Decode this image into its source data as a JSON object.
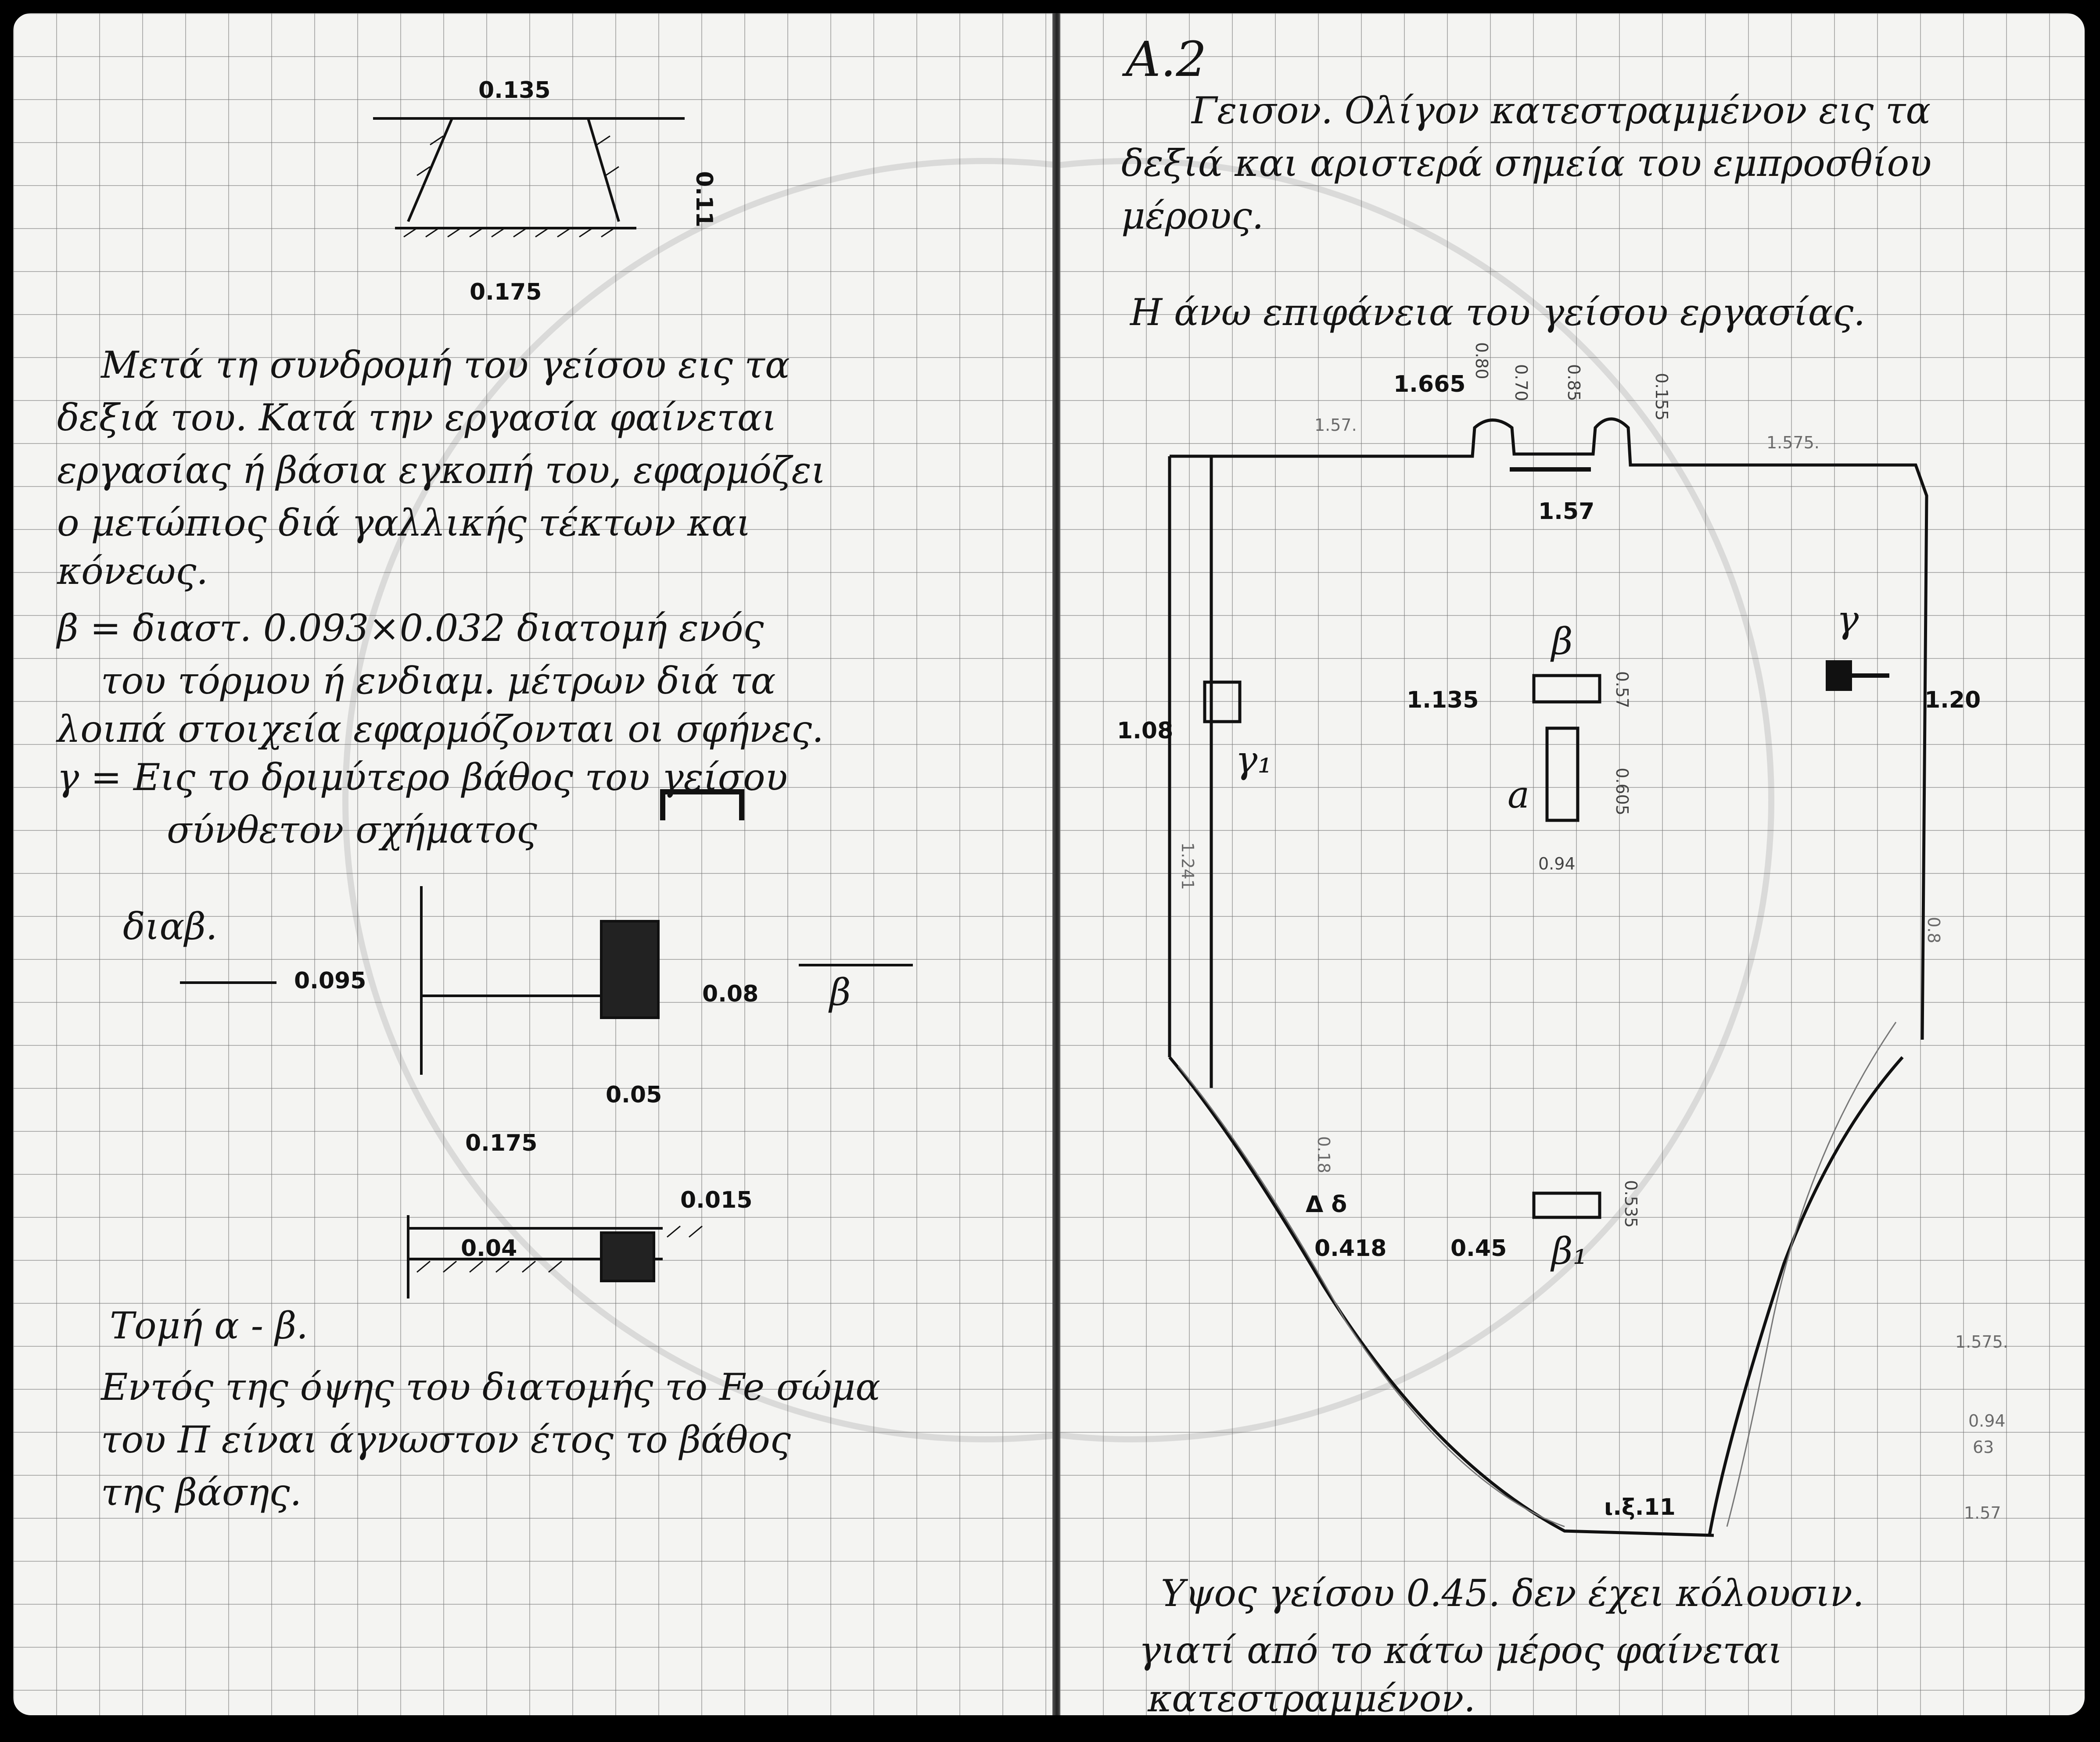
{
  "left_page": {
    "top_sketch": {
      "dim_top": "0.135",
      "dim_bottom": "0.175",
      "dim_side": "0.11"
    },
    "paragraph_1": [
      "Μετά τη συνδρομή του γείσου εις τα",
      "δεξιά του. Κατά την εργασία φαίνεται",
      "εργασίας ή βάσια εγκοπή του, εφαρμόζει",
      "ο μετώπιος διά γαλλικής τέκτων και",
      "κόνεως."
    ],
    "paragraph_2": [
      "β = διαστ. 0.093×0.032 διατομή ενός",
      "του τόρμου ή ενδιαμ. μέτρων διά τα",
      "λοιπά στοιχεία εφαρμόζονται οι σφήνες."
    ],
    "paragraph_3": [
      "γ = Εις το δριμύτερο βάθος του γείσου",
      "σύνθετον σχήματος"
    ],
    "section_label": "διαβ.",
    "cross_section_dims": {
      "left": "0.095",
      "right": "0.08",
      "bottom": "0.05",
      "width": "0.175",
      "letter": "β"
    },
    "cut_section": {
      "label": "Τομή α - β.",
      "dim_top": "0.015",
      "dim_inner": "0.04"
    },
    "paragraph_4": [
      "Εντός της όψης του διατομής το Fe σώμα",
      "του Π είναι άγνωστον έτος το βάθος",
      "της βάσης."
    ]
  },
  "right_page": {
    "header": "Α.2",
    "intro_lines": [
      "Γεισον. Ολίγον κατεστραμμένον εις τα",
      "δεξιά και αριστερά σημεία του εμπροσθίου",
      "μέρους."
    ],
    "subtitle": "Η άνω επιφάνεια του γείσου εργασίας.",
    "plan_labels": {
      "top_left_dim": "1.57.",
      "top_right_dim": "1.575.",
      "lip_label": "1.665",
      "lip_small_a": "0.80",
      "lip_small_b": "0.70",
      "lip_small_c": "0.85",
      "lip_small_d": "0.155",
      "notch_label": "1.57",
      "left_edge_label": "1.08",
      "gamma1": "γ₁",
      "beta": "β",
      "beta_dim": "1.135",
      "beta_small": "0.57",
      "gamma": "γ",
      "gamma_dim": "1.20",
      "alpha": "a",
      "alpha_small": "0.605",
      "alpha_below": "0.94",
      "side_left": "1.241",
      "side_right": "0.8",
      "lower_left_small": "0.18",
      "delta_label": "Δ δ",
      "bottom_left_dim": "0.418",
      "bottom_mid_dim": "0.45",
      "beta1": "β₁",
      "beta1_small": "0.535",
      "bottom_point": "ι.ξ.11"
    },
    "margin_pencil": {
      "a": "1.575.",
      "b": "0.94",
      "c": "63",
      "d": "1.57"
    },
    "footer_lines": [
      "Υψος γείσου 0.45. δεν έχει κόλουσιν.",
      "γιατί από το κάτω μέρος φαίνεται",
      "κατεστραμμένον."
    ]
  }
}
